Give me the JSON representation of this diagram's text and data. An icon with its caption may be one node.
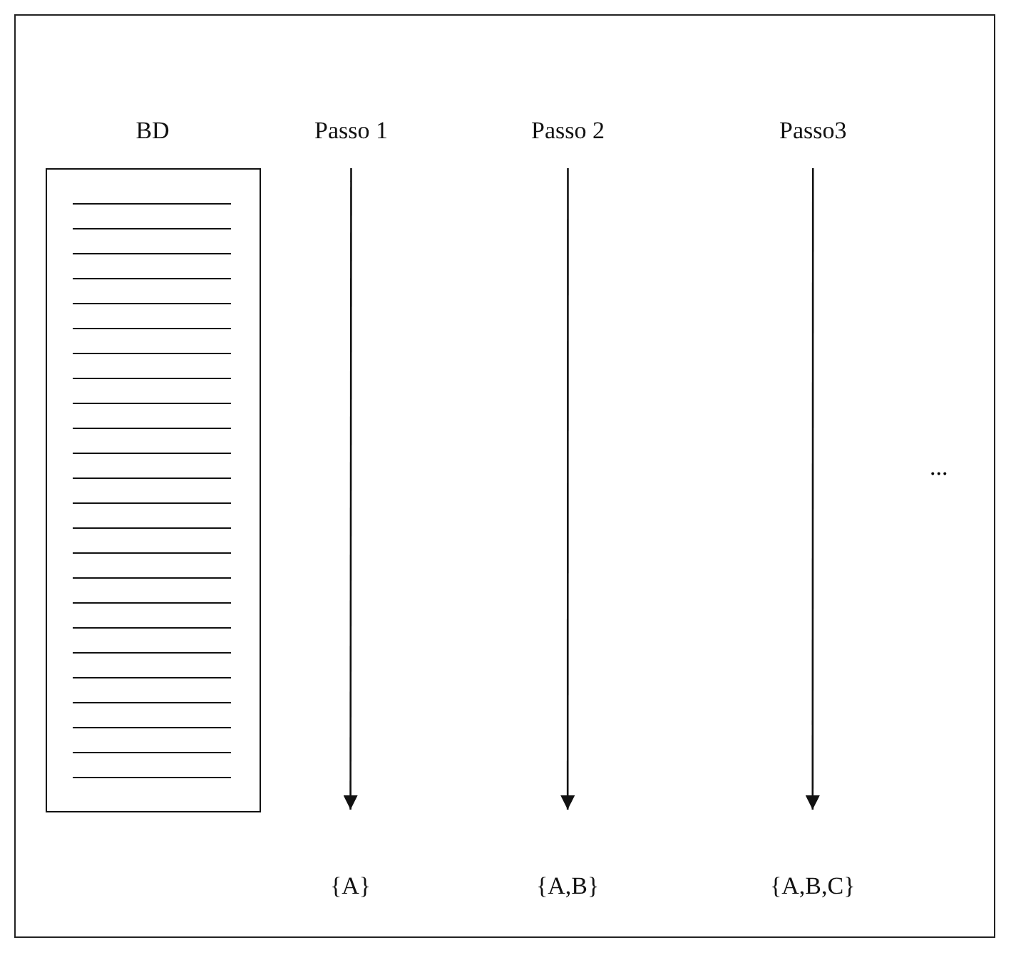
{
  "diagram": {
    "nodes": [
      {
        "text": [
          "BD"
        ]
      },
      {
        "text": [
          "Passo 1"
        ]
      },
      {
        "text": [
          "{A}"
        ]
      },
      {
        "text": [
          "Passo 2"
        ]
      },
      {
        "text": [
          "{A,B}"
        ]
      },
      {
        "text": [
          "Passo3"
        ]
      },
      {
        "text": [
          "{A,B,C}"
        ]
      }
    ],
    "edges": [
      {
        "from": 1,
        "to": 2,
        "arrow": "to"
      },
      {
        "from": 3,
        "to": 4,
        "arrow": "to"
      },
      {
        "from": 5,
        "to": 6,
        "arrow": "to"
      }
    ],
    "labels": [
      "..."
    ]
  }
}
